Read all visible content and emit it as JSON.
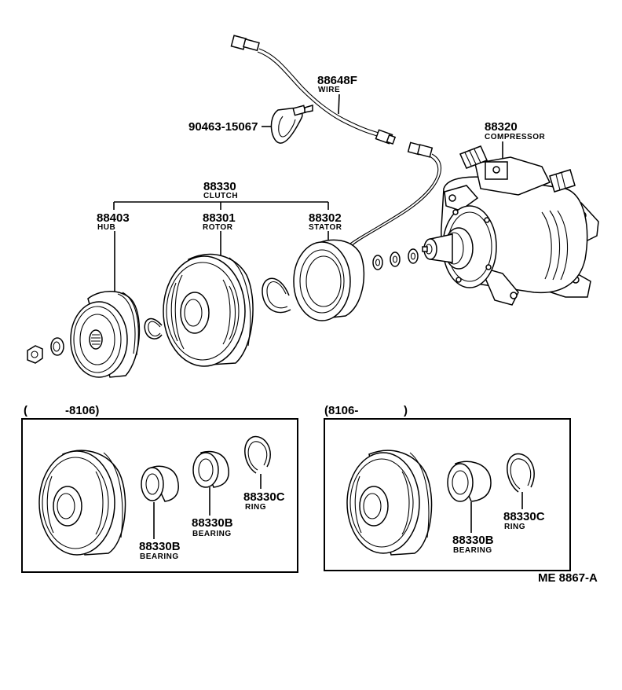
{
  "diagram_id": "ME 8867-A",
  "parts": {
    "wire": {
      "number": "88648F",
      "name": "WIRE"
    },
    "clamp": {
      "number": "90463-15067"
    },
    "compressor": {
      "number": "88320",
      "name": "COMPRESSOR"
    },
    "clutch": {
      "number": "88330",
      "name": "CLUTCH"
    },
    "hub": {
      "number": "88403",
      "name": "HUB"
    },
    "rotor": {
      "number": "88301",
      "name": "ROTOR"
    },
    "stator": {
      "number": "88302",
      "name": "STATOR"
    }
  },
  "inset_left": {
    "caption_open": "(",
    "caption_range": "-8106)",
    "bearing1": {
      "number": "88330B",
      "name": "BEARING"
    },
    "bearing2": {
      "number": "88330B",
      "name": "BEARING"
    },
    "ring": {
      "number": "88330C",
      "name": "RING"
    }
  },
  "inset_right": {
    "caption_range": "(8106-",
    "caption_close": ")",
    "bearing": {
      "number": "88330B",
      "name": "BEARING"
    },
    "ring": {
      "number": "88330C",
      "name": "RING"
    }
  }
}
